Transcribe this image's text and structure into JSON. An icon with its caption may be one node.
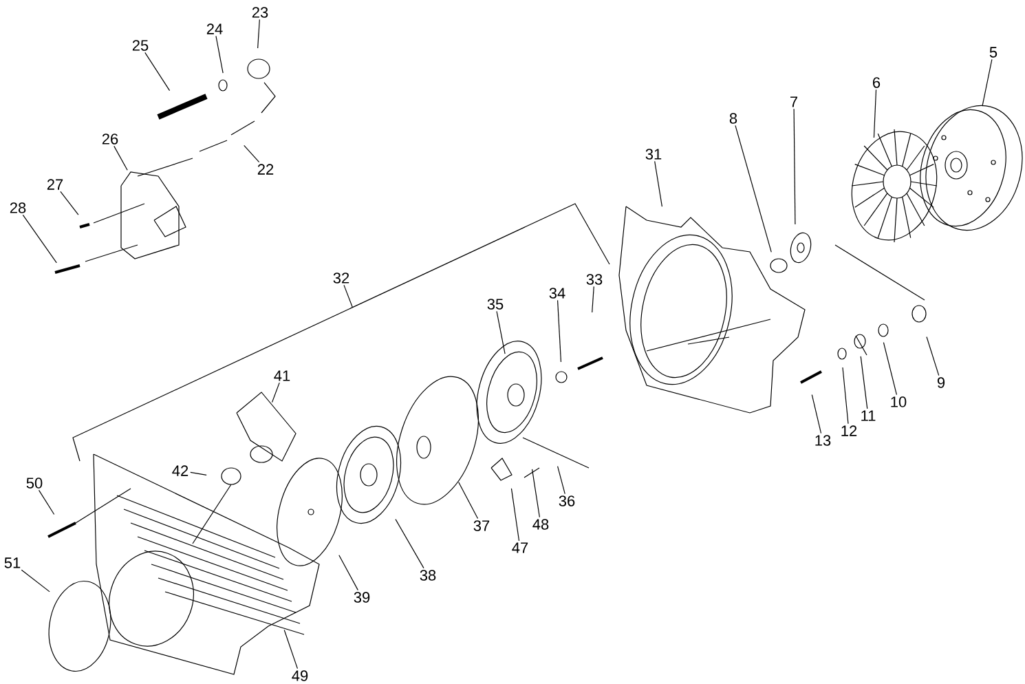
{
  "diagram": {
    "nodes": [
      {
        "text": [
          "23"
        ]
      },
      {
        "text": [
          "24"
        ]
      },
      {
        "text": [
          "5"
        ]
      },
      {
        "text": [
          "25"
        ]
      },
      {
        "text": [
          "6"
        ]
      },
      {
        "text": [
          "7"
        ]
      },
      {
        "text": [
          "8"
        ]
      },
      {
        "text": [
          "26"
        ]
      },
      {
        "text": [
          "31"
        ]
      },
      {
        "text": [
          "22"
        ]
      },
      {
        "text": [
          "27"
        ]
      },
      {
        "text": [
          "28"
        ]
      },
      {
        "text": [
          "32"
        ]
      },
      {
        "text": [
          "33"
        ]
      },
      {
        "text": [
          "34"
        ]
      },
      {
        "text": [
          "35"
        ]
      },
      {
        "text": [
          "41"
        ]
      },
      {
        "text": [
          "9"
        ]
      },
      {
        "text": [
          "10"
        ]
      },
      {
        "text": [
          "11"
        ]
      },
      {
        "text": [
          "12"
        ]
      },
      {
        "text": [
          "13"
        ]
      },
      {
        "text": [
          "36"
        ]
      },
      {
        "text": [
          "42"
        ]
      },
      {
        "text": [
          "50"
        ]
      },
      {
        "text": [
          "37"
        ]
      },
      {
        "text": [
          "48"
        ]
      },
      {
        "text": [
          "47"
        ]
      },
      {
        "text": [
          "38"
        ]
      },
      {
        "text": [
          "51"
        ]
      },
      {
        "text": [
          "39"
        ]
      },
      {
        "text": [
          "49"
        ]
      }
    ],
    "edges": [
      {
        "from": 0,
        "to": null,
        "arrow": "none"
      },
      {
        "from": 1,
        "to": null,
        "arrow": "none"
      },
      {
        "from": 2,
        "to": null,
        "arrow": "none"
      },
      {
        "from": 3,
        "to": null,
        "arrow": "none"
      },
      {
        "from": 4,
        "to": null,
        "arrow": "none"
      },
      {
        "from": 5,
        "to": null,
        "arrow": "none"
      },
      {
        "from": 6,
        "to": null,
        "arrow": "none"
      },
      {
        "from": 7,
        "to": null,
        "arrow": "none"
      },
      {
        "from": 8,
        "to": null,
        "arrow": "none"
      },
      {
        "from": 9,
        "to": null,
        "arrow": "none"
      },
      {
        "from": 10,
        "to": null,
        "arrow": "none"
      },
      {
        "from": 11,
        "to": null,
        "arrow": "none"
      },
      {
        "from": 12,
        "to": null,
        "arrow": "none"
      },
      {
        "from": 13,
        "to": null,
        "arrow": "none"
      },
      {
        "from": 14,
        "to": null,
        "arrow": "none"
      },
      {
        "from": 15,
        "to": null,
        "arrow": "none"
      },
      {
        "from": 16,
        "to": null,
        "arrow": "none"
      },
      {
        "from": 17,
        "to": null,
        "arrow": "none"
      },
      {
        "from": 18,
        "to": null,
        "arrow": "none"
      },
      {
        "from": 19,
        "to": null,
        "arrow": "none"
      },
      {
        "from": 20,
        "to": null,
        "arrow": "none"
      },
      {
        "from": 21,
        "to": null,
        "arrow": "none"
      },
      {
        "from": 22,
        "to": null,
        "arrow": "none"
      },
      {
        "from": 23,
        "to": null,
        "arrow": "none"
      },
      {
        "from": 24,
        "to": null,
        "arrow": "none"
      },
      {
        "from": 25,
        "to": null,
        "arrow": "none"
      },
      {
        "from": 26,
        "to": null,
        "arrow": "none"
      },
      {
        "from": 27,
        "to": null,
        "arrow": "none"
      },
      {
        "from": 28,
        "to": null,
        "arrow": "none"
      },
      {
        "from": 29,
        "to": null,
        "arrow": "none"
      },
      {
        "from": 30,
        "to": null,
        "arrow": "none"
      },
      {
        "from": 31,
        "to": null,
        "arrow": "none"
      }
    ]
  }
}
